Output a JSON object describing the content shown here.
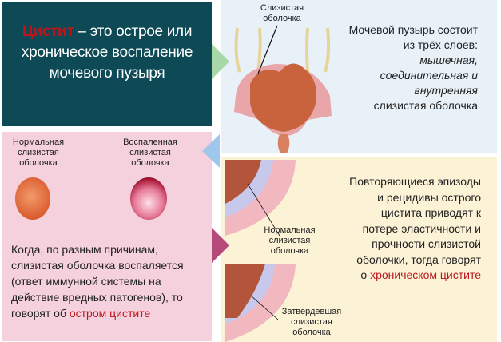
{
  "definition": {
    "term": "Цистит",
    "rest": " – это острое или хроническое воспаление мочевого пузыря"
  },
  "bladder": {
    "label": "Слизистая оболочка",
    "desc_intro": "Мочевой пузырь состоит ",
    "desc_underlined": "из трёх слоев",
    "desc_colon": ":",
    "layers": [
      "мышечная,",
      "соединительная и",
      "внутренняя"
    ],
    "last": "слизистая оболочка"
  },
  "mucosa": {
    "normal_label": "Нормальная слизистая оболочка",
    "inflamed_label": "Воспаленная слизистая оболочка",
    "text": "Когда, по разным причинам, слизистая оболочка воспаляется (ответ иммунной системы на действие вредных патогенов), то говорят об ",
    "highlight": "остром цистите"
  },
  "chronic": {
    "normal_label": "Нормальная слизистая оболочка",
    "hardened_label": "Затвердевшая слизистая оболочка",
    "text": "Повторяющиеся эпизоды и рецидивы острого цистита приводят к потере эластичности и прочности слизистой оболочки, тогда говорят о ",
    "highlight": "хроническом цистите"
  },
  "colors": {
    "teal": "#0d4a55",
    "red": "#c0141c",
    "pink": "#f4d1dc",
    "cream": "#fcf2d6",
    "light_blue": "#e8f1f8"
  }
}
